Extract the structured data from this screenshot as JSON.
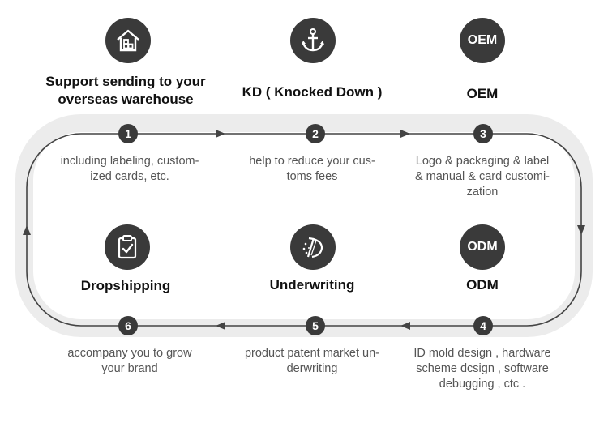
{
  "steps": [
    {
      "num": "1",
      "title": "Support sending to your overseas warehouse",
      "desc": "including labeling, custom-ized cards, etc.",
      "icon": "warehouse-icon"
    },
    {
      "num": "2",
      "title": "KD ( Knocked Down )",
      "desc": "help to reduce your cus-toms fees",
      "icon": "anchor-icon"
    },
    {
      "num": "3",
      "title": "OEM",
      "desc": "Logo & packaging & label & manual & card customi-zation",
      "icon_text": "OEM"
    },
    {
      "num": "4",
      "title": "ODM",
      "desc": "ID mold design , hardware scheme dcsign , software debugging , ctc .",
      "icon_text": "ODM"
    },
    {
      "num": "5",
      "title": "Underwriting",
      "desc": "product patent market un-derwriting",
      "icon": "underwriting-icon"
    },
    {
      "num": "6",
      "title": "Dropshipping",
      "desc": "accompany you to grow your brand",
      "icon": "clipboard-check-icon"
    }
  ],
  "text": {
    "s1_title_l1": "Support sending to your",
    "s1_title_l2": "overseas warehouse",
    "s1_desc_l1": "including labeling, custom-",
    "s1_desc_l2": "ized cards, etc.",
    "s2_desc_l1": "help to reduce your cus-",
    "s2_desc_l2": "toms fees",
    "s3_desc_l1": "Logo & packaging & label",
    "s3_desc_l2": "& manual & card customi-",
    "s3_desc_l3": "zation",
    "s4_desc_l1": "ID mold design , hardware",
    "s4_desc_l2": "scheme dcsign , software",
    "s4_desc_l3": "debugging , ctc .",
    "s5_desc_l1": "product patent market un-",
    "s5_desc_l2": "derwriting",
    "s6_desc_l1": "accompany you to grow",
    "s6_desc_l2": "your brand"
  },
  "colors": {
    "dark": "#3a3a3a",
    "loop_shadow": "#e6e6e6"
  }
}
